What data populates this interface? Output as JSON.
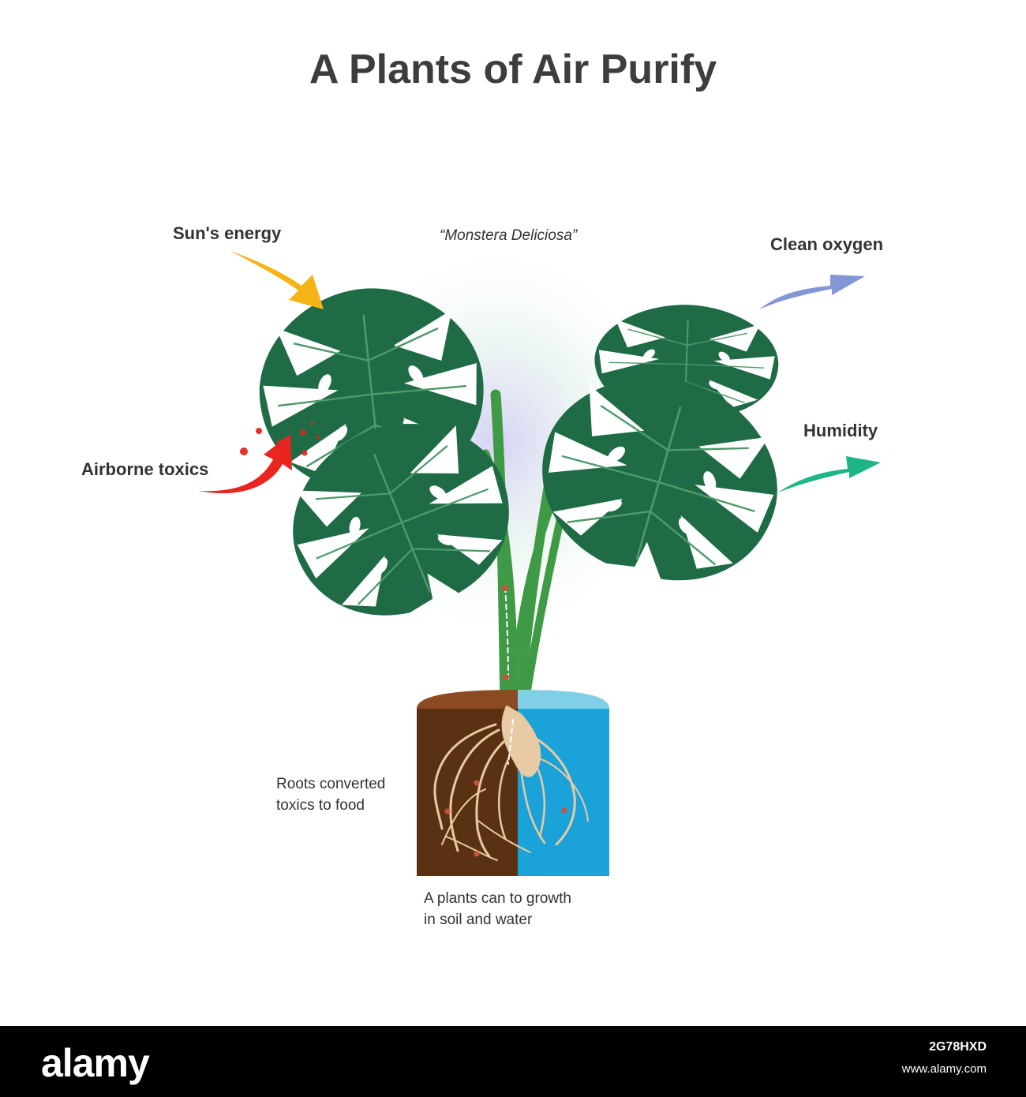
{
  "title": "A Plants of Air Purify",
  "species": "“Monstera Deliciosa”",
  "labels": {
    "sun": "Sun's energy",
    "toxics": "Airborne toxics",
    "oxygen": "Clean oxygen",
    "humidity": "Humidity",
    "roots_line1": "Roots converted",
    "roots_line2": "toxics to food",
    "growth_line1": "A plants can to growth",
    "growth_line2": "in soil and water"
  },
  "colors": {
    "sun_arrow": "#f5b316",
    "toxics_arrow": "#e8251f",
    "oxygen_arrow": "#8396d6",
    "humidity_arrow": "#1eb589",
    "leaf": "#1f6b45",
    "leaf_vein": "#4e9a6a",
    "stem": "#3f9a45",
    "soil": "#5a3213",
    "soil_top": "#8c4a22",
    "water": "#1ba3d9",
    "water_top": "#7fd0e6",
    "root": "#e8cba4"
  },
  "footer": {
    "brand": "alamy",
    "image_id": "2G78HXD",
    "site": "www.alamy.com"
  }
}
